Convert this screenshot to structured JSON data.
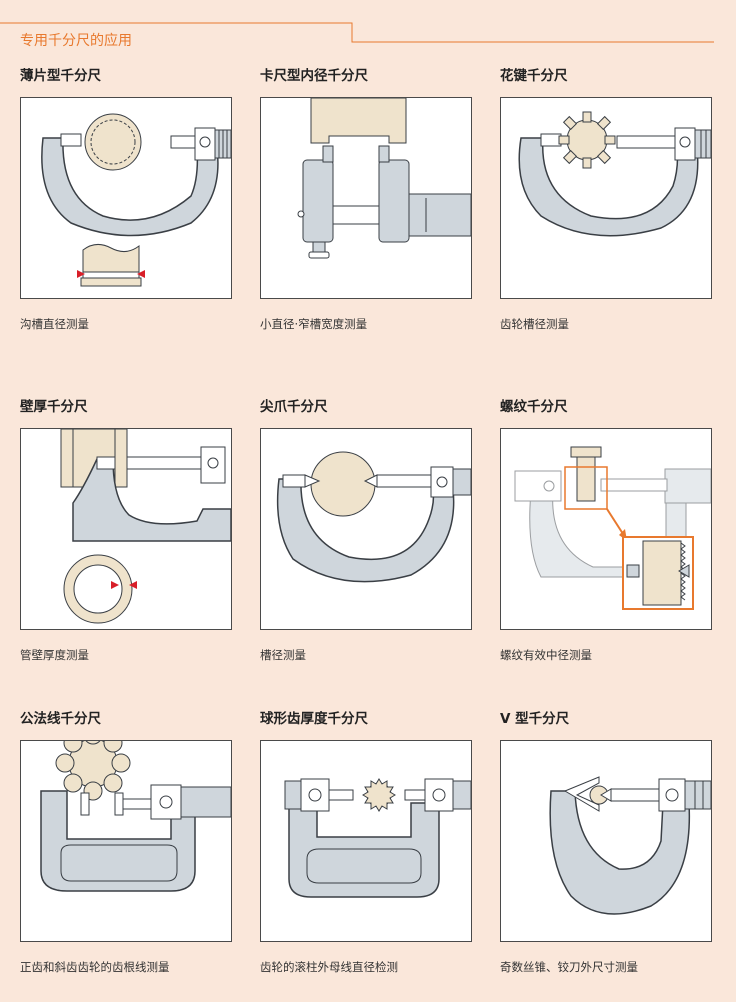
{
  "header": {
    "title": "专用千分尺的应用"
  },
  "colors": {
    "background": "#fae7da",
    "accent": "#e8792e",
    "frame_fill": "#cfd6dc",
    "frame_stroke": "#3a3f45",
    "workpiece": "#efe3cc",
    "marker": "#d81e28"
  },
  "items": [
    {
      "title": "薄片型千分尺",
      "caption": "沟槽直径测量",
      "icon": "sheet-metal-micrometer-icon"
    },
    {
      "title": "卡尺型内径千分尺",
      "caption": "小直径·窄槽宽度测量",
      "icon": "caliper-inside-micrometer-icon"
    },
    {
      "title": "花键千分尺",
      "caption": "齿轮槽径测量",
      "icon": "spline-micrometer-icon"
    },
    {
      "title": "壁厚千分尺",
      "caption": "管壁厚度测量",
      "icon": "tube-micrometer-icon"
    },
    {
      "title": "尖爪千分尺",
      "caption": "槽径测量",
      "icon": "point-micrometer-icon"
    },
    {
      "title": "螺纹千分尺",
      "caption": "螺纹有效中径测量",
      "icon": "screw-thread-micrometer-icon"
    },
    {
      "title": "公法线千分尺",
      "caption": "正齿和斜齿齿轮的齿根线测量",
      "icon": "disk-micrometer-icon"
    },
    {
      "title": "球形齿厚度千分尺",
      "caption": "齿轮的滚柱外母线直径检测",
      "icon": "ball-tooth-micrometer-icon"
    },
    {
      "title": "V 型千分尺",
      "caption": "奇数丝锥、铰刀外尺寸测量",
      "icon": "v-anvil-micrometer-icon"
    }
  ]
}
